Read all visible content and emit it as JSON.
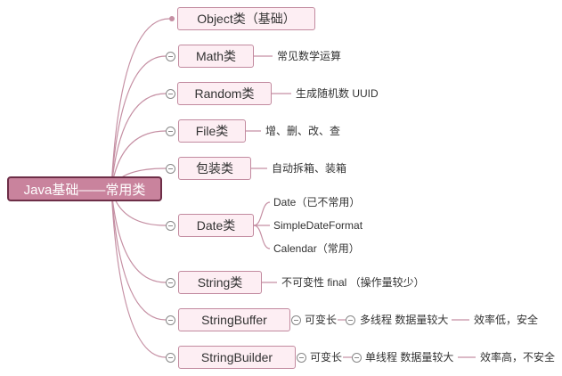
{
  "colors": {
    "root_fill": "#c9839d",
    "root_border": "#6d2e47",
    "root_text": "#ffffff",
    "topic_fill": "#fdeef3",
    "topic_border": "#c28a9f",
    "connector": "#c58fa3",
    "toggle": "#888888",
    "text": "#333333"
  },
  "icons": {
    "collapse_toggle": "minus-circle-icon",
    "leaf_end": "dot-icon"
  },
  "root": {
    "label": "Java基础——常用类"
  },
  "branches": [
    {
      "label": "Object类（基础）"
    },
    {
      "label": "Math类",
      "children": [
        {
          "label": "常见数学运算"
        }
      ]
    },
    {
      "label": "Random类",
      "children": [
        {
          "label": "生成随机数 UUID"
        }
      ]
    },
    {
      "label": "File类",
      "children": [
        {
          "label": "增、删、改、查"
        }
      ]
    },
    {
      "label": "包装类",
      "children": [
        {
          "label": "自动拆箱、装箱"
        }
      ]
    },
    {
      "label": "Date类",
      "children": [
        {
          "label": "Date（已不常用）"
        },
        {
          "label": "SimpleDateFormat"
        },
        {
          "label": "Calendar（常用）"
        }
      ]
    },
    {
      "label": "String类",
      "children": [
        {
          "label": "不可变性 final （操作量较少）"
        }
      ]
    },
    {
      "label": "StringBuffer",
      "children": [
        {
          "label": "可变长",
          "children": [
            {
              "label": "多线程 数据量较大",
              "children": [
                {
                  "label": "效率低，安全"
                }
              ]
            }
          ]
        }
      ]
    },
    {
      "label": "StringBuilder",
      "children": [
        {
          "label": "可变长",
          "children": [
            {
              "label": "单线程 数据量较大",
              "children": [
                {
                  "label": "效率高，不安全"
                }
              ]
            }
          ]
        }
      ]
    }
  ]
}
